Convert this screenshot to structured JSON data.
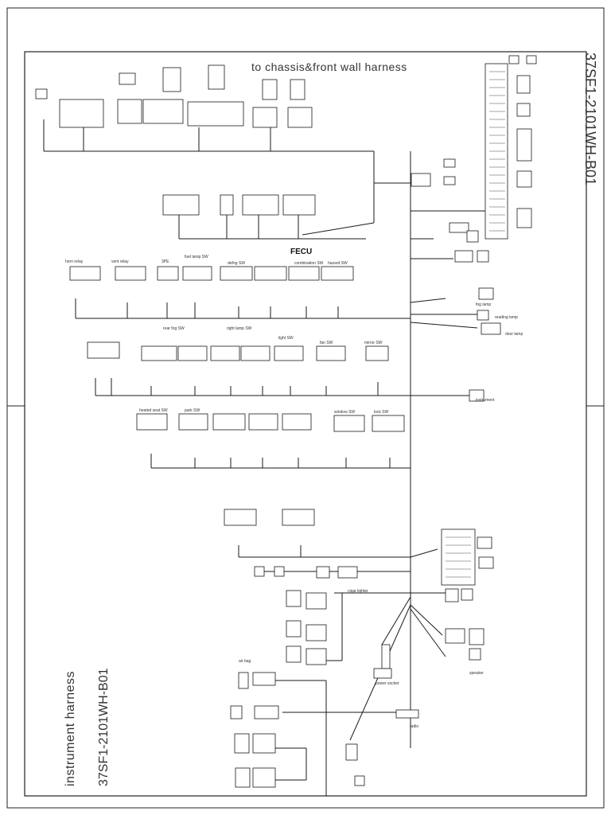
{
  "drawing": {
    "title_top": "to chassis&front wall harness",
    "ecu_label": "FECU",
    "drawing_number": "37SF1-2101WH-B01",
    "harness_name": "instrument harness"
  },
  "labels": {
    "row1_left": "horn relay",
    "row1_b": "vent relay",
    "row1_c": "3PE",
    "row1_d": "fuel lamp SW",
    "row1_e": "defog SW",
    "row1_f": "combination SW",
    "row1_g": "hazard SW",
    "row2_a": "rear fog SW",
    "row2_b": "right lamp SW",
    "row2_c": "light SW",
    "row2_d": "fan SW",
    "row2_e": "mirror SW",
    "row3_a": "heated seat SW",
    "row3_b": "park SW",
    "row3_c": "window SW",
    "row3_d": "lock SW",
    "right_a": "fog lamp",
    "right_b": "reading lamp",
    "right_c": "door lamp",
    "right_d": "instrument",
    "right_e": "speaker",
    "bottom_a": "cigar lighter",
    "bottom_b": "power socket",
    "bottom_c": "radio",
    "bottom_d": "air bag"
  },
  "colors": {
    "line": "#1a1a1a",
    "frame": "#222222",
    "background": "#ffffff"
  }
}
